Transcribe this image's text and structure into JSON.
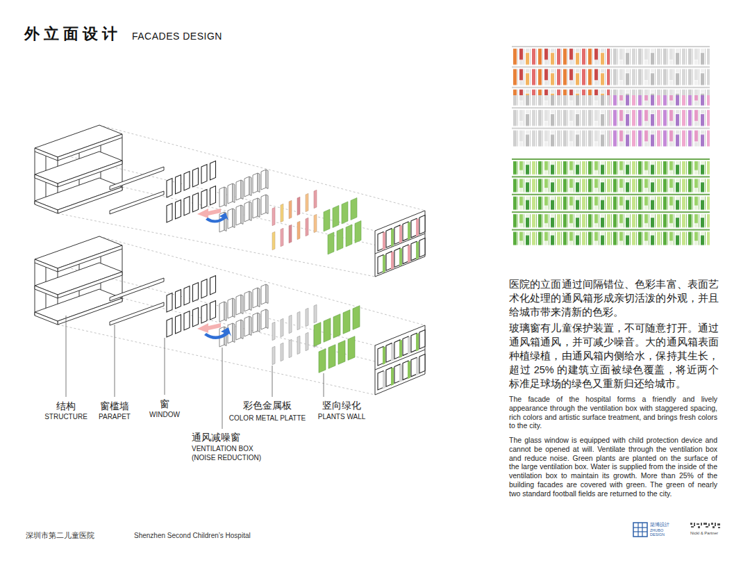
{
  "diagram": {
    "title": "外立面设计",
    "labels": [
      "FACADES DESIGN",
      "结构",
      "STRUCTURE",
      "窗槛墙",
      "PARAPET",
      "窗",
      "WINDOW",
      "彩色金属板",
      "COLOR METAL PLATTE",
      "竖向绿化",
      "PLANTS WALL",
      "通风减噪窗",
      "VENTILATION BOX (NOISE REDUCTION)",
      "医院的立面通过间隔错位、色彩丰富、表面艺术化处理的通风箱形成亲切活泼的外观，并且给城市带来清新的色彩。",
      "玻璃窗有儿童保护装置，不可随意打开。通过通风箱通风，并可减少噪音。大的通风箱表面种植绿植，由通风箱内侧给水，保持其生长，超过 25% 的建筑立面被绿色覆盖，将近两个标准足球场的绿色又重新归还给城市。",
      "The facade of the hospital forms a friendly and lively appearance through the ventilation box with staggered spacing, rich colors and artistic surface treatment, and brings fresh colors to the city.",
      "The glass window is equipped with child protection device and cannot be opened at will. Ventilate through the ventilation box and reduce noise. Green plants are planted on the surface of the large ventilation box. Water is supplied from the inside of the ventilation box to maintain its growth. More than 25% of the building facades are covered with green. The green of nearly two standard football fields are returned to the city.",
      "深圳市第二儿童医院",
      "Shenzhen Second Children’s Hospital",
      "築博設計",
      "ZHUBO DESIGN",
      "Nickl & Partner"
    ]
  }
}
